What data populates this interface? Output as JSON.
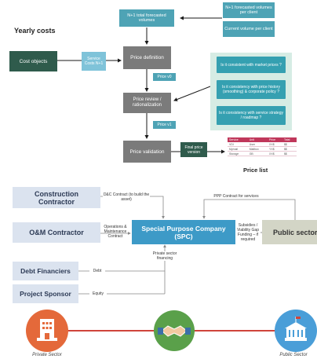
{
  "top": {
    "section_title": "Yearly costs",
    "nodes": {
      "forecast_volumes": "N+1 total forecasted volumes",
      "forecast_per_client": "N+1 forecasted volumes per client",
      "current_per_client": "Current volume per client",
      "cost_objects": "Cost objects",
      "service_costs": "Service Costs N+1",
      "price_definition": "Price definition",
      "price_v0": "Price v0",
      "price_review": "Price review / rationalization",
      "price_v1": "Price v1",
      "price_validation": "Price validation",
      "final_price": "Final price version"
    },
    "questions": [
      "Is it consistent with market prices ?",
      "Is it consistency with price history (smoothing) & corporate policy ?",
      "Is it consistency with service strategy / roadmap ?"
    ],
    "price_list": {
      "caption": "Price list",
      "headers": [
        "Service",
        "Unit",
        "Price",
        "Total"
      ],
      "rows": [
        [
          "VDI",
          "User",
          "XX$",
          "$$"
        ],
        [
          "Mymail",
          "Mailbox",
          "YX$",
          "$$"
        ],
        [
          "Storage",
          "GB",
          "XX$",
          "$$"
        ]
      ]
    }
  },
  "bottom": {
    "entities": {
      "construction": "Construction Contractor",
      "om": "O&M Contractor",
      "debt": "Debt Financiers",
      "sponsor": "Project Sponsor",
      "spc": "Special Purpose Company (SPC)",
      "public": "Public sector"
    },
    "labels": {
      "dc_contract": "D&C Contract (to build the asset)",
      "om_contract": "Operations & Maintenance Contract",
      "debt": "Debt",
      "equity": "Equity",
      "private_financing": "Private sector financing",
      "ppp_contract": "PPP Contract for services",
      "subsidies": "Subsidies / Viability Gap Funding – if required"
    },
    "footer": {
      "private_sector": "Private Sector",
      "public_sector": "Public Sector"
    }
  },
  "colors": {
    "teal": "#4ea3b5",
    "gray": "#7b7b7b",
    "dark_green": "#2f5b4c",
    "spc_blue": "#3d9ac7",
    "entity_bg": "#dbe3ef",
    "public_bg": "#d3d5c6",
    "timeline_red": "#d0453b",
    "private_orange": "#e4693a",
    "handshake_green": "#5aa04a",
    "public_blue": "#4a9ed8"
  },
  "icons": [
    "building-icon",
    "handshake-icon",
    "capitol-icon"
  ]
}
